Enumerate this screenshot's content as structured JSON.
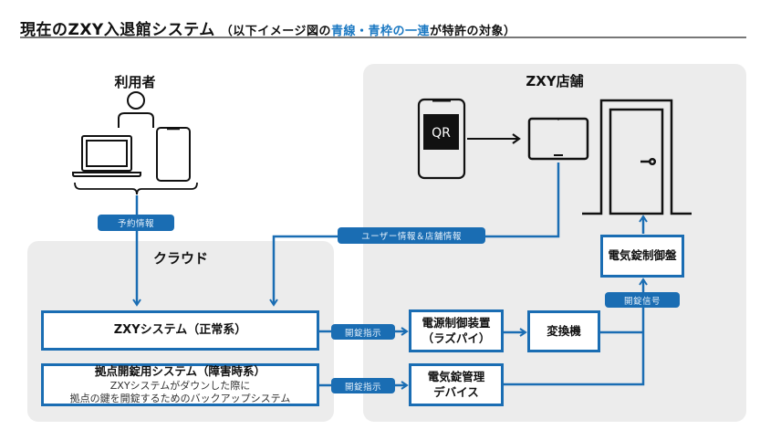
{
  "title": {
    "main": "現在のZXY入退館システム",
    "sub_prefix": "（以下イメージ図の",
    "sub_highlight": "青線・青枠の一連",
    "sub_suffix": "が特許の対象）"
  },
  "user_section": {
    "label": "利用者",
    "icons": [
      "person-icon",
      "laptop-icon",
      "smartphone-icon"
    ]
  },
  "store_panel": {
    "title": "ZXY店舗",
    "qr_label": "QR",
    "icons": [
      "smartphone-qr-icon",
      "tablet-icon",
      "door-icon"
    ]
  },
  "cloud_panel": {
    "title": "クラウド"
  },
  "boxes": {
    "zxy_system": "ZXYシステム（正常系）",
    "backup_system_title": "拠点開錠用システム（障害時系）",
    "backup_system_desc_1": "ZXYシステムがダウンした際に",
    "backup_system_desc_2": "拠点の鍵を開錠するためのバックアップシステム",
    "power_control_1": "電源制御装置",
    "power_control_2": "（ラズパイ）",
    "converter": "変換機",
    "lock_device_1": "電気錠管理",
    "lock_device_2": "デバイス",
    "lock_panel": "電気錠制御盤"
  },
  "pills": {
    "reservation": "予約情報",
    "user_store_info": "ユーザー情報＆店舗情報",
    "unlock_instruction_1": "開錠指示",
    "unlock_instruction_2": "開錠指示",
    "unlock_signal": "開錠信号"
  },
  "colors": {
    "accent_blue": "#1a6db3",
    "highlight_text": "#1a78c2",
    "panel_bg": "#ececec"
  }
}
